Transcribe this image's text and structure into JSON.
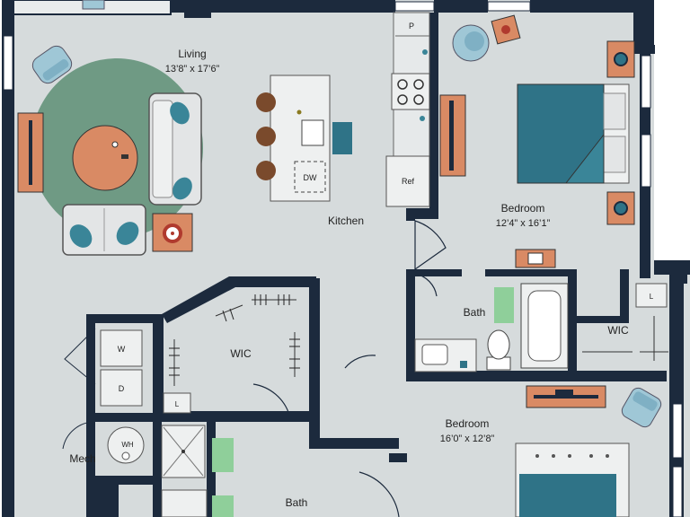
{
  "rooms": {
    "living": {
      "name": "Living",
      "dims": "13’8” x 17’6”"
    },
    "kitchen": {
      "name": "Kitchen"
    },
    "bedroom1": {
      "name": "Bedroom",
      "dims": "12’4” x 16’1”"
    },
    "bath1": {
      "name": "Bath"
    },
    "wic1": {
      "name": "WIC"
    },
    "wic2": {
      "name": "WIC"
    },
    "bedroom2": {
      "name": "Bedroom",
      "dims": "16’0” x 12’8”"
    },
    "bath2": {
      "name": "Bath"
    },
    "mech": {
      "name": "Mech"
    }
  },
  "fixtures": {
    "pantry": "P",
    "dishwasher": "DW",
    "refrigerator": "Ref",
    "washer": "W",
    "dryer": "D",
    "water_heater": "WH",
    "linen1": "L",
    "linen2": "L"
  },
  "colors": {
    "wall": "#1c2a3d",
    "floor": "#d6dbdc",
    "rug": "#6f9a84",
    "accent_orange": "#d98a64",
    "bed_teal": "#2f7387",
    "pillow_teal": "#3a8598",
    "sofa": "#e3e5e6",
    "fixture_green": "#8fcf9a",
    "chair_blue": "#9fc7d6",
    "stool_brown": "#7a4a2c"
  }
}
